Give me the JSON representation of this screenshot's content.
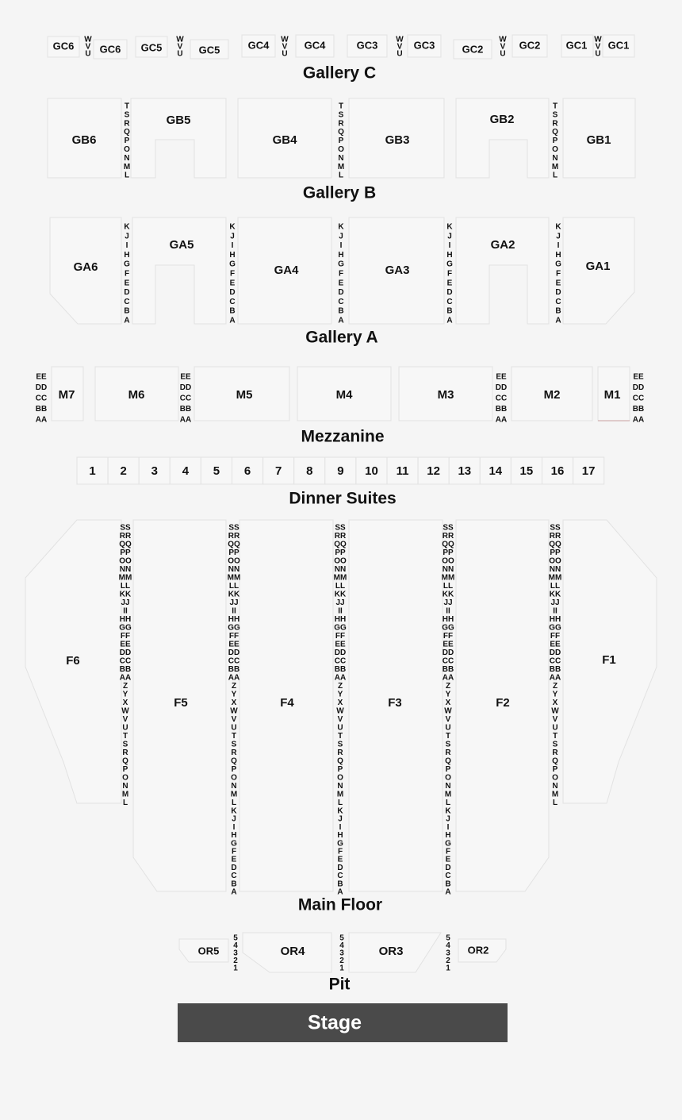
{
  "headings": {
    "gallery_c": "Gallery C",
    "gallery_b": "Gallery B",
    "gallery_a": "Gallery A",
    "mezzanine": "Mezzanine",
    "dinner_suites": "Dinner Suites",
    "main_floor": "Main Floor",
    "pit": "Pit",
    "stage": "Stage"
  },
  "gallery_c": {
    "sections": [
      "GC6",
      "GC6",
      "GC5",
      "GC5",
      "GC4",
      "GC4",
      "GC3",
      "GC3",
      "GC2",
      "GC2",
      "GC1",
      "GC1"
    ],
    "rows": [
      "W",
      "V",
      "U"
    ]
  },
  "gallery_b": {
    "sections": [
      "GB6",
      "GB5",
      "GB4",
      "GB3",
      "GB2",
      "GB1"
    ],
    "rows": [
      "T",
      "S",
      "R",
      "Q",
      "P",
      "O",
      "N",
      "M",
      "L"
    ]
  },
  "gallery_a": {
    "sections": [
      "GA6",
      "GA5",
      "GA4",
      "GA3",
      "GA2",
      "GA1"
    ],
    "rows": [
      "K",
      "J",
      "I",
      "H",
      "G",
      "F",
      "E",
      "D",
      "C",
      "B",
      "A"
    ]
  },
  "mezzanine": {
    "sections": [
      "M7",
      "M6",
      "M5",
      "M4",
      "M3",
      "M2",
      "M1"
    ],
    "rows": [
      "EE",
      "DD",
      "CC",
      "BB",
      "AA"
    ]
  },
  "dinner_suites": [
    "1",
    "2",
    "3",
    "4",
    "5",
    "6",
    "7",
    "8",
    "9",
    "10",
    "11",
    "12",
    "13",
    "14",
    "15",
    "16",
    "17"
  ],
  "main_floor": {
    "sections": [
      "F6",
      "F5",
      "F4",
      "F3",
      "F2",
      "F1"
    ],
    "rows_upper": [
      "SS",
      "RR",
      "QQ",
      "PP",
      "OO",
      "NN",
      "MM",
      "LL",
      "KK",
      "JJ",
      "II",
      "HH",
      "GG",
      "FF",
      "EE",
      "DD",
      "CC",
      "BB",
      "AA",
      "Z",
      "Y",
      "X",
      "W",
      "V",
      "U",
      "T",
      "S",
      "R",
      "Q",
      "P",
      "O",
      "N",
      "M",
      "L"
    ],
    "rows_lower": [
      "K",
      "J",
      "I",
      "H",
      "G",
      "F",
      "E",
      "D",
      "C",
      "B",
      "A"
    ]
  },
  "pit": {
    "sections": [
      "OR5",
      "OR4",
      "OR3",
      "OR2"
    ],
    "rows": [
      "5",
      "4",
      "3",
      "2",
      "1"
    ]
  },
  "colors": {
    "section_fill": "#f7f7f7",
    "section_stroke": "#e2e2e2",
    "stage_fill": "#4a4a4a",
    "stage_text": "#ffffff"
  }
}
